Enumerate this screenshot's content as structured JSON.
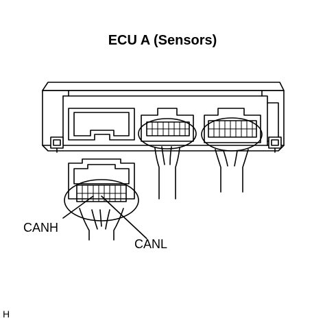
{
  "figure": {
    "title": "ECU A (Sensors)",
    "labels": {
      "canh": "CANH",
      "canl": "CANL"
    },
    "corner_mark": "H"
  }
}
